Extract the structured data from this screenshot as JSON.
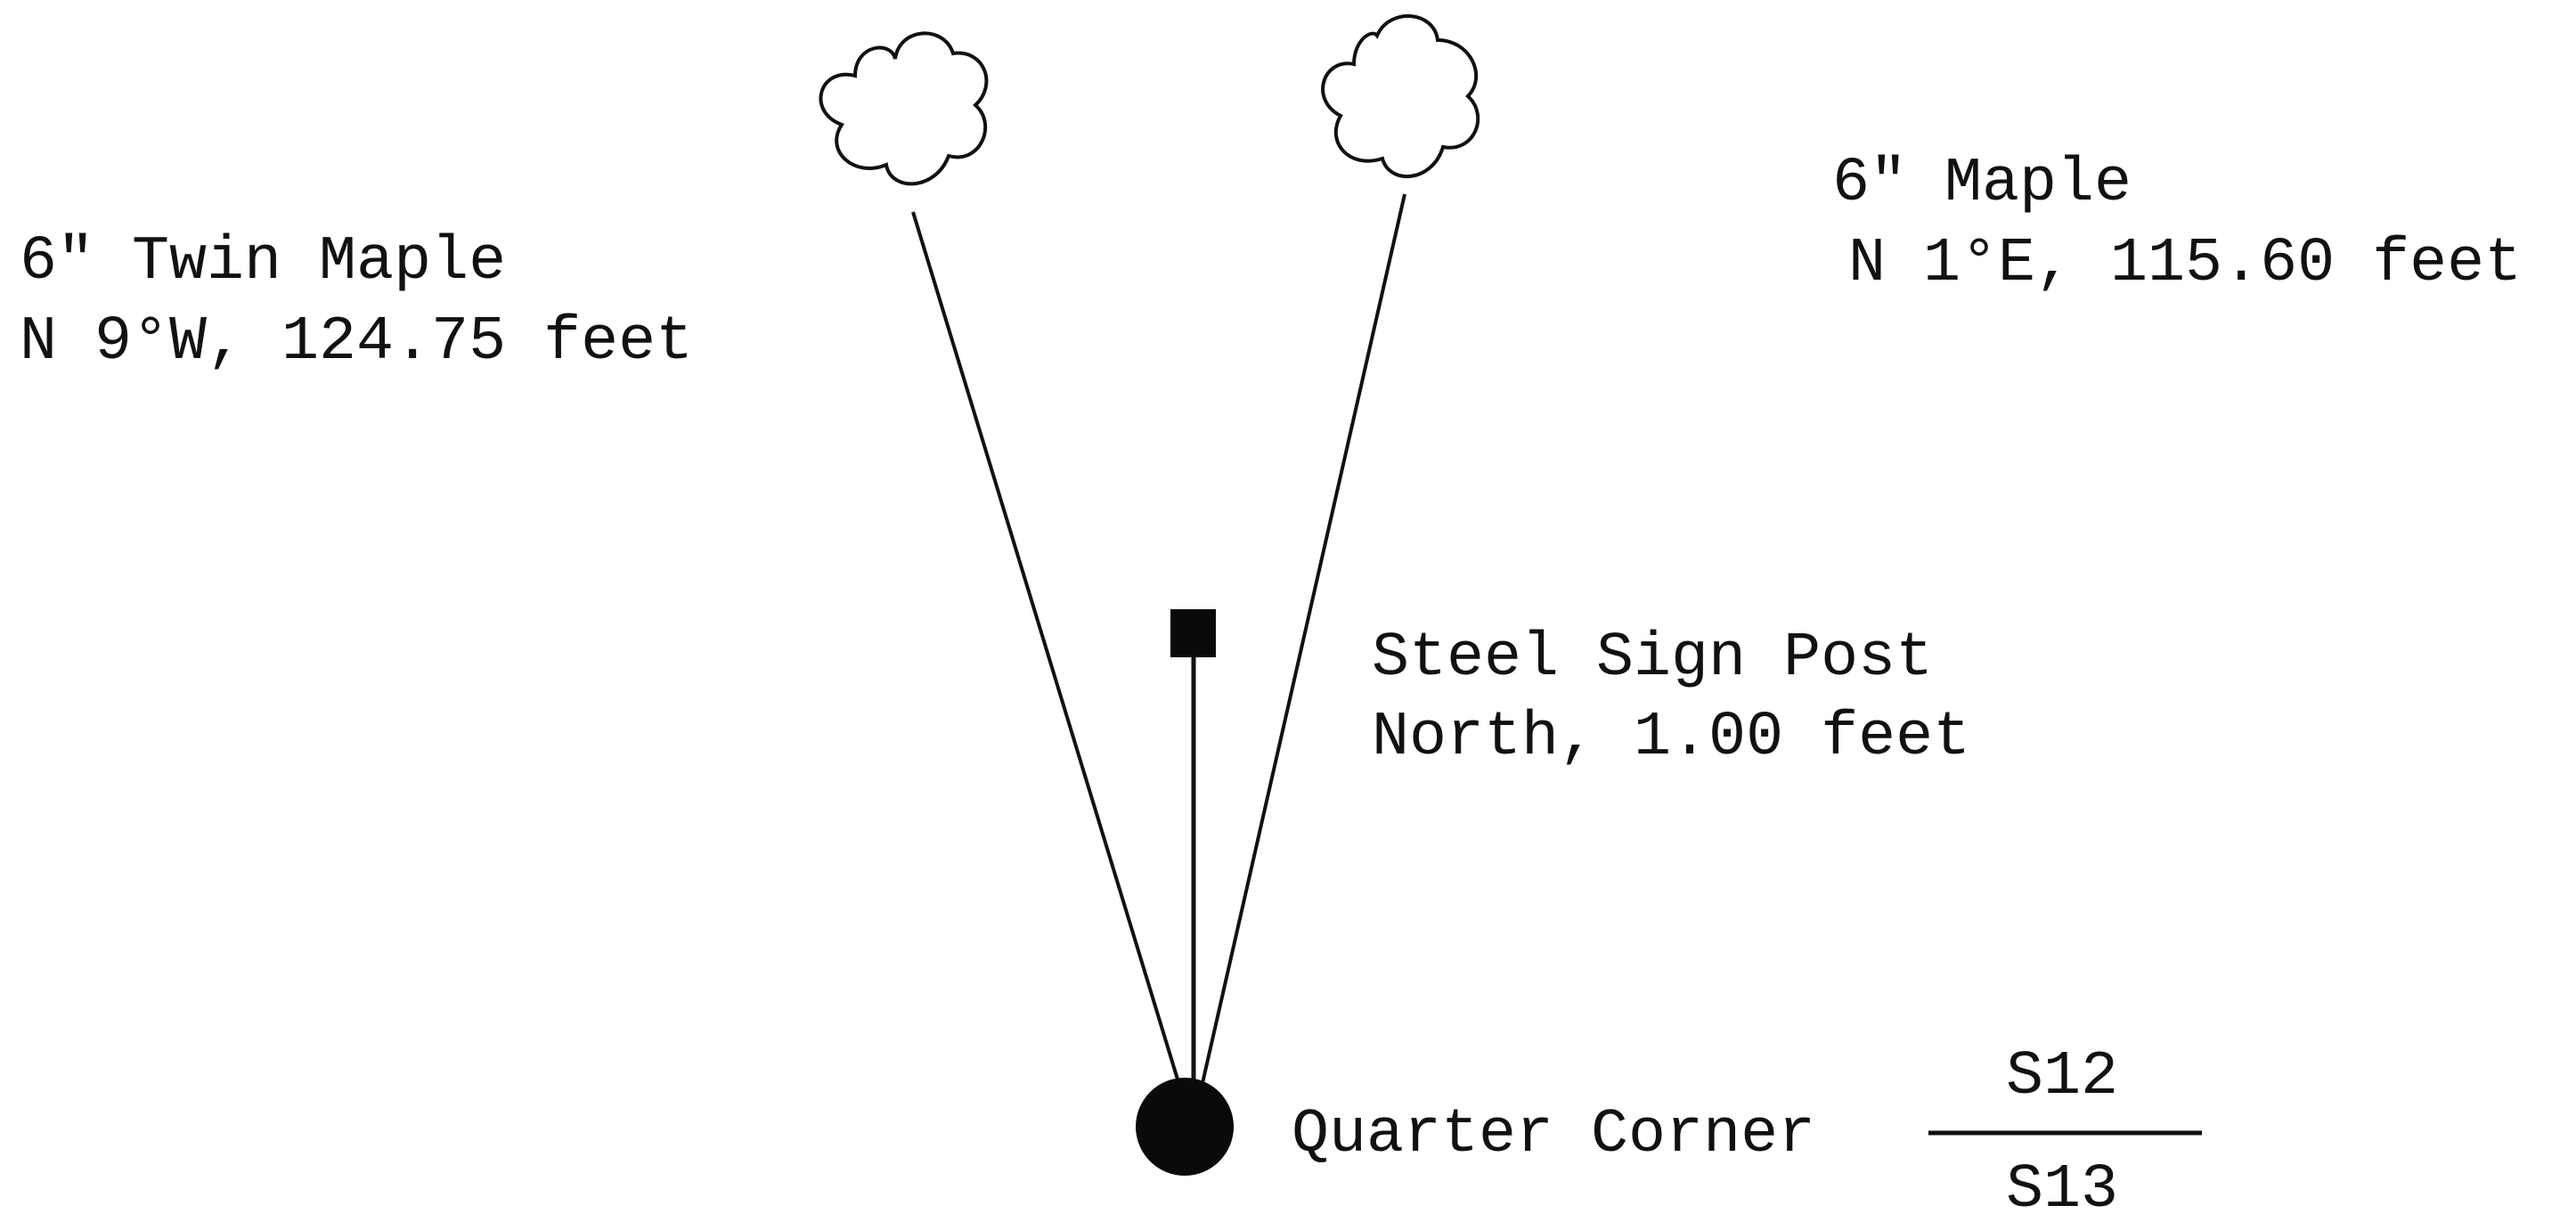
{
  "twin_maple": {
    "name": "6\" Twin Maple",
    "bearing": "N 9°W, 124.75 feet"
  },
  "maple": {
    "name": "6\" Maple",
    "bearing": "N 1°E, 115.60 feet"
  },
  "sign_post": {
    "name": "Steel Sign Post",
    "bearing": "North, 1.00 feet"
  },
  "corner": {
    "label": "Quarter Corner",
    "section_above": "S12",
    "section_below": "S13"
  },
  "colors": {
    "ink": "#111111",
    "background": "#ffffff"
  }
}
